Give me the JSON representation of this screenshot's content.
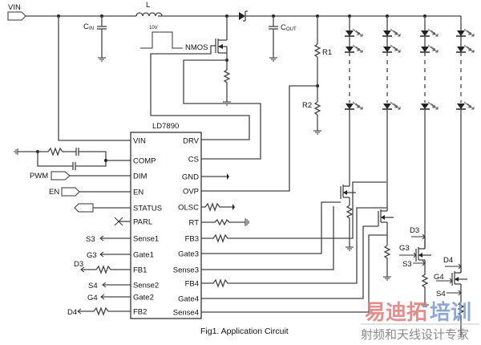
{
  "figure": {
    "caption": "Fig1. Application Circuit",
    "ic_name": "LD7890"
  },
  "ports": {
    "vin": "VIN",
    "pwm": "PWM",
    "en": "EN"
  },
  "components": {
    "inductor": "L",
    "cin": "C",
    "cin_sub": "IN",
    "cout": "C",
    "cout_sub": "OUT",
    "r1": "R1",
    "r2": "R2",
    "gate_pulse_label": "10V",
    "nmos": "NMOS"
  },
  "ic_pins_left": [
    "VIN",
    "COMP",
    "DIM",
    "EN",
    "STATUS",
    "PARL",
    "Sense1",
    "Gate1",
    "FB1",
    "Sense2",
    "Gate2",
    "FB2"
  ],
  "ic_pins_right": [
    "DRV",
    "CS",
    "GND",
    "OVP",
    "OLSC",
    "RT",
    "FB3",
    "Gate3",
    "Sense3",
    "FB4",
    "Gate4",
    "Sense4"
  ],
  "left_net_labels": {
    "s3": "S3",
    "g3": "G3",
    "d3": "D3",
    "s4": "S4",
    "g4": "G4",
    "d4": "D4"
  },
  "right_net_labels": {
    "d3": "D3",
    "g3": "G3",
    "s3": "S3",
    "d4": "D4",
    "g4": "G4",
    "s4": "S4"
  },
  "watermark": {
    "line1_red": "易迪拓",
    "line1_blue": "培训",
    "line2": "射频和天线设计专家",
    "red": "#e07a7a",
    "blue": "#7a9ad0"
  }
}
